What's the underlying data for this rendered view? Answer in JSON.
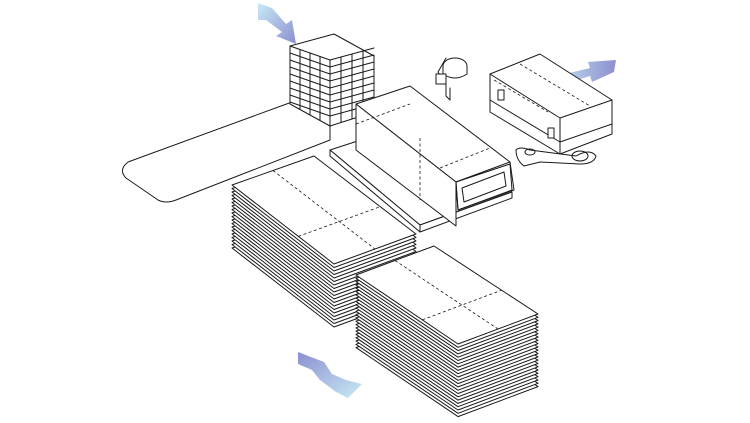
{
  "colors": {
    "line": "#1a1a1a",
    "background": "#ffffff",
    "arrow_light": "#c8eaf4",
    "arrow_dark": "#8c8fd0"
  },
  "icons": [
    "flow-arrow-icon",
    "feed-belt",
    "bale-stack",
    "press-chamber",
    "binding-head",
    "output-block",
    "sheet-stack"
  ]
}
